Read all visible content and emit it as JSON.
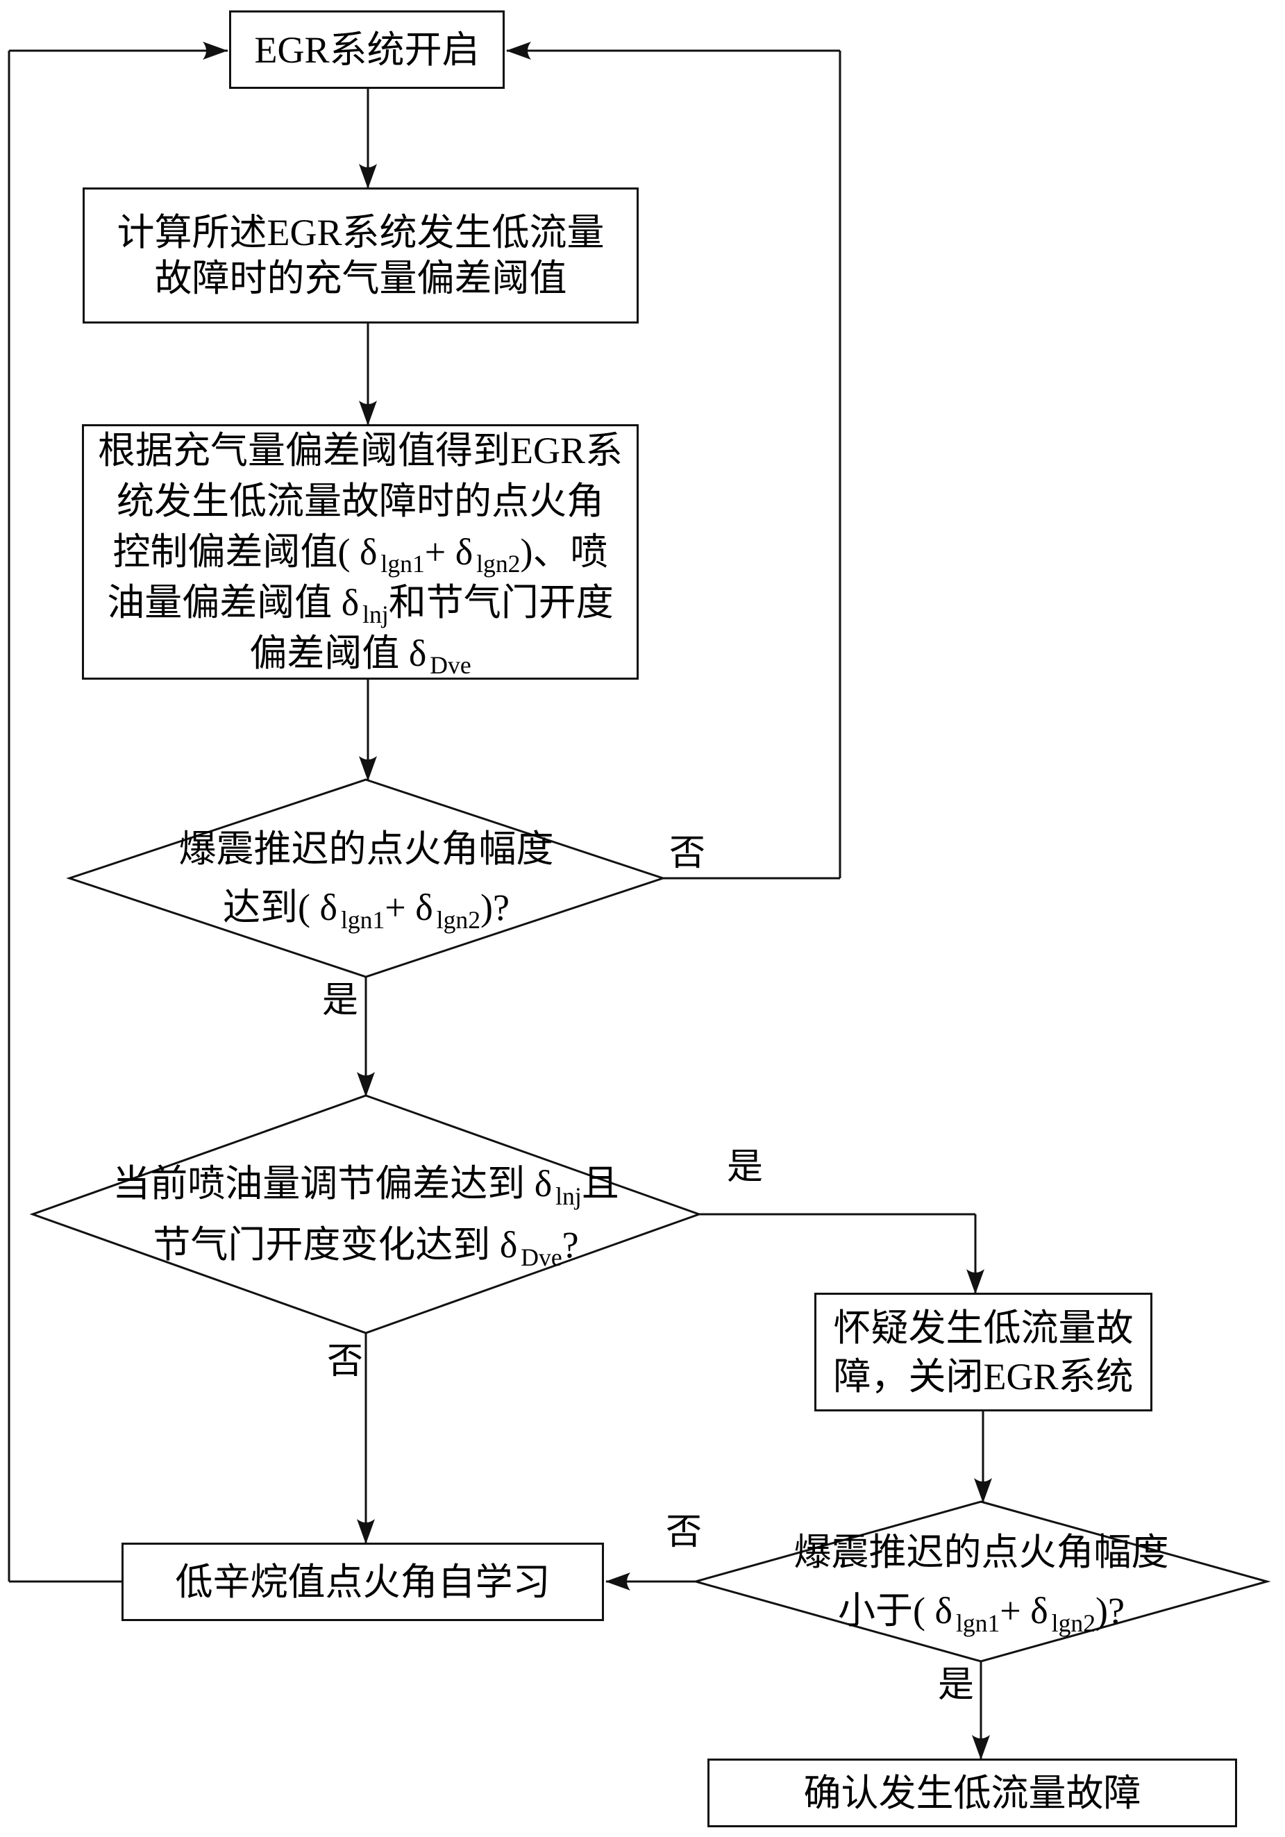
{
  "flowchart": {
    "colors": {
      "line": "#111111",
      "background": "#ffffff",
      "text": "#000000"
    },
    "labels": {
      "yes": "是",
      "no": "否"
    },
    "nodes": {
      "start": {
        "label": "EGR系统开启"
      },
      "calc": {
        "lines": [
          "计算所述EGR系统发生低流量",
          "故障时的充气量偏差阈值"
        ]
      },
      "derive": {
        "lines": [
          "根据充气量偏差阈值得到EGR系",
          "统发生低流量故障时的点火角",
          "控制偏差阈值( δ_{lgn1}+ δ_{lgn2})、喷",
          "油量偏差阈值 δ_{lnj}和节气门开度",
          "偏差阈值 δ_{Dve}"
        ]
      },
      "decision1": {
        "lines": [
          "爆震推迟的点火角幅度",
          "达到( δ_{lgn1}+ δ_{lgn2})?"
        ]
      },
      "decision2": {
        "lines": [
          "当前喷油量调节偏差达到 δ_{lnj}且",
          "节气门开度变化达到 δ_{Dve}?"
        ]
      },
      "suspect": {
        "lines": [
          "怀疑发生低流量故",
          "障，关闭EGR系统"
        ]
      },
      "decision3": {
        "lines": [
          "爆震推迟的点火角幅度",
          "小于( δ_{lgn1}+ δ_{lgn2})?"
        ]
      },
      "selflearn": {
        "label": "低辛烷值点火角自学习"
      },
      "confirm": {
        "label": "确认发生低流量故障"
      }
    }
  }
}
